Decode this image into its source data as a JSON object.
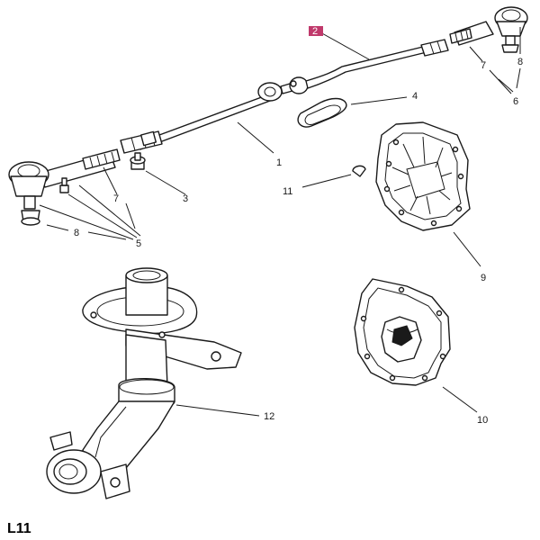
{
  "page_code": "L11",
  "highlight_color": "#c0396b",
  "callouts": {
    "c1": "1",
    "c2": "2",
    "c3": "3",
    "c4": "4",
    "c5": "5",
    "c6": "6",
    "c7a": "7",
    "c7b": "7",
    "c8a": "8",
    "c8b": "8",
    "c9": "9",
    "c10": "10",
    "c11": "11",
    "c12": "12"
  }
}
